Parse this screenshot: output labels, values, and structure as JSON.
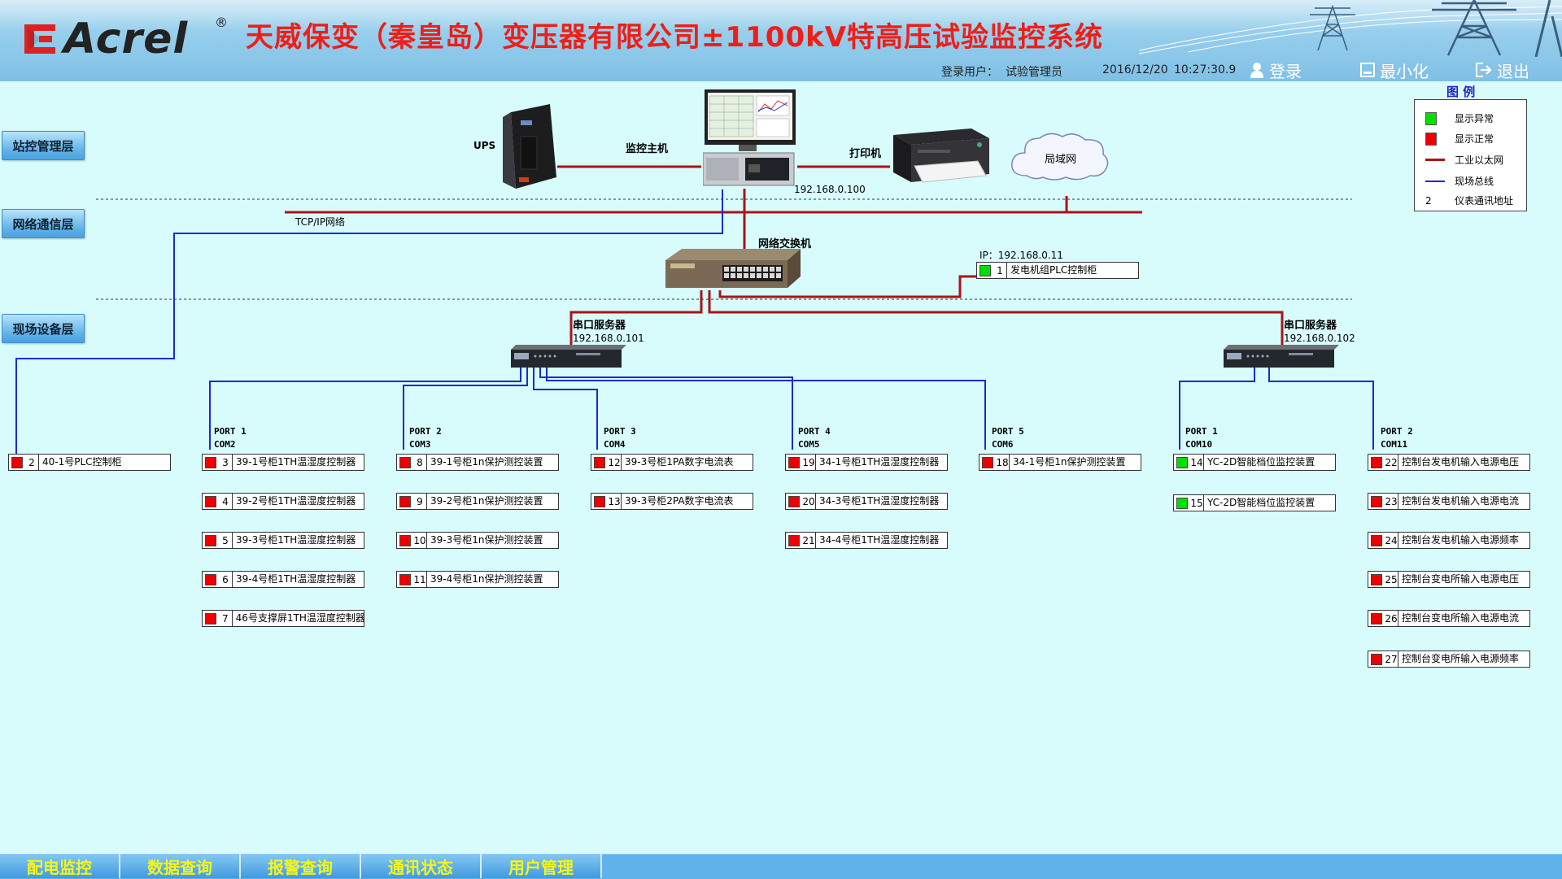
{
  "header": {
    "logo_text": "Acrel",
    "logo_reg": "®",
    "title": "天威保变（秦皇岛）变压器有限公司±1100kV特高压试验监控系统",
    "user_label": "登录用户：",
    "user_name": "试验管理员",
    "date": "2016/12/20",
    "time": "10:27:30.9",
    "login": "登录",
    "minimize": "最小化",
    "exit": "退出"
  },
  "layers": [
    "站控管理层",
    "网络通信层",
    "现场设备层"
  ],
  "legend": {
    "title": "图  例",
    "items": [
      {
        "key": "green",
        "label": "显示异常",
        "color": "#00e000"
      },
      {
        "key": "red",
        "label": "显示正常",
        "color": "#ee0000"
      },
      {
        "key": "ethernet",
        "label": "工业以太网",
        "color": "#aa1418"
      },
      {
        "key": "fieldbus",
        "label": "现场总线",
        "color": "#1a2ccc"
      },
      {
        "key": "addr",
        "label": "仪表通讯地址",
        "value": "2"
      }
    ]
  },
  "network": {
    "ups": "UPS",
    "host": "监控主机",
    "printer": "打印机",
    "lan": "局域网",
    "host_ip": "192.168.0.100",
    "tcpip": "TCP/IP网络",
    "switch": "网络交换机",
    "plc_ip": "IP：192.168.0.11",
    "server1": "串口服务器",
    "server1_ip": "192.168.0.101",
    "server2": "串口服务器",
    "server2_ip": "192.168.0.102"
  },
  "ports": [
    {
      "port": "PORT 1",
      "com": "COM2"
    },
    {
      "port": "PORT 2",
      "com": "COM3"
    },
    {
      "port": "PORT 3",
      "com": "COM4"
    },
    {
      "port": "PORT 4",
      "com": "COM5"
    },
    {
      "port": "PORT 5",
      "com": "COM6"
    },
    {
      "port": "PORT 1",
      "com": "COM10"
    },
    {
      "port": "PORT 2",
      "com": "COM11"
    }
  ],
  "devices": [
    {
      "num": "1",
      "name": "发电机组PLC控制柜",
      "status": "green"
    },
    {
      "num": "2",
      "name": "40-1号PLC控制柜",
      "status": "red"
    },
    {
      "num": "3",
      "name": "39-1号柜1TH温湿度控制器",
      "status": "red"
    },
    {
      "num": "4",
      "name": "39-2号柜1TH温湿度控制器",
      "status": "red"
    },
    {
      "num": "5",
      "name": "39-3号柜1TH温湿度控制器",
      "status": "red"
    },
    {
      "num": "6",
      "name": "39-4号柜1TH温湿度控制器",
      "status": "red"
    },
    {
      "num": "7",
      "name": "46号支撑屏1TH温湿度控制器",
      "status": "red"
    },
    {
      "num": "8",
      "name": "39-1号柜1n保护测控装置",
      "status": "red"
    },
    {
      "num": "9",
      "name": "39-2号柜1n保护测控装置",
      "status": "red"
    },
    {
      "num": "10",
      "name": "39-3号柜1n保护测控装置",
      "status": "red"
    },
    {
      "num": "11",
      "name": "39-4号柜1n保护测控装置",
      "status": "red"
    },
    {
      "num": "12",
      "name": "39-3号柜1PA数字电流表",
      "status": "red"
    },
    {
      "num": "13",
      "name": "39-3号柜2PA数字电流表",
      "status": "red"
    },
    {
      "num": "19",
      "name": "34-1号柜1TH温湿度控制器",
      "status": "red"
    },
    {
      "num": "20",
      "name": "34-3号柜1TH温湿度控制器",
      "status": "red"
    },
    {
      "num": "21",
      "name": "34-4号柜1TH温湿度控制器",
      "status": "red"
    },
    {
      "num": "18",
      "name": "34-1号柜1n保护测控装置",
      "status": "red"
    },
    {
      "num": "14",
      "name": "YC-2D智能档位监控装置",
      "status": "green"
    },
    {
      "num": "15",
      "name": "YC-2D智能档位监控装置",
      "status": "green"
    },
    {
      "num": "22",
      "name": "控制台发电机输入电源电压",
      "status": "red"
    },
    {
      "num": "23",
      "name": "控制台发电机输入电源电流",
      "status": "red"
    },
    {
      "num": "24",
      "name": "控制台发电机输入电源频率",
      "status": "red"
    },
    {
      "num": "25",
      "name": "控制台变电所输入电源电压",
      "status": "red"
    },
    {
      "num": "26",
      "name": "控制台变电所输入电源电流",
      "status": "red"
    },
    {
      "num": "27",
      "name": "控制台变电所输入电源频率",
      "status": "red"
    }
  ],
  "status_colors": {
    "red": "#ee0000",
    "green": "#00e000"
  },
  "footer_tabs": [
    "配电监控",
    "数据查询",
    "报警查询",
    "通讯状态",
    "用户管理"
  ]
}
